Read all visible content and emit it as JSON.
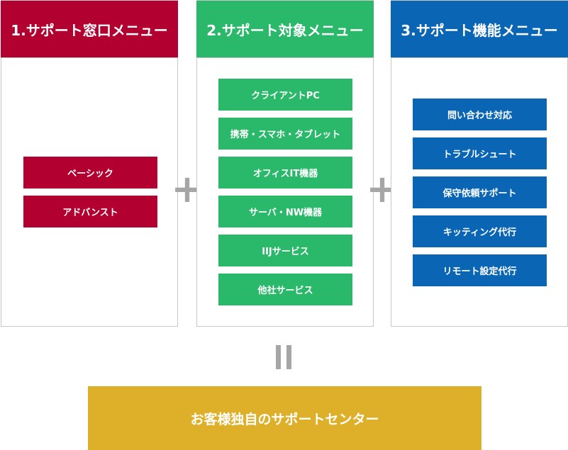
{
  "colors": {
    "window_menu": "#b20030",
    "target_menu": "#2ab86a",
    "function_menu": "#0a66b5",
    "result": "#deb02a",
    "operator": "#a6a6a6"
  },
  "columns": [
    {
      "title": "1.サポート窓口メニュー",
      "items": [
        "ベーシック",
        "アドバンスト"
      ]
    },
    {
      "title": "2.サポート対象メニュー",
      "items": [
        "クライアントPC",
        "携帯・スマホ・タブレット",
        "オフィスIT機器",
        "サーバ・NW機器",
        "IIJサービス",
        "他社サービス"
      ]
    },
    {
      "title": "3.サポート機能メニュー",
      "items": [
        "問い合わせ対応",
        "トラブルシュート",
        "保守依頼サポート",
        "キッティング代行",
        "リモート設定代行"
      ]
    }
  ],
  "operators": {
    "plus1": "+",
    "plus2": "+",
    "equals": "||"
  },
  "result": {
    "label": "お客様独自のサポートセンター"
  }
}
